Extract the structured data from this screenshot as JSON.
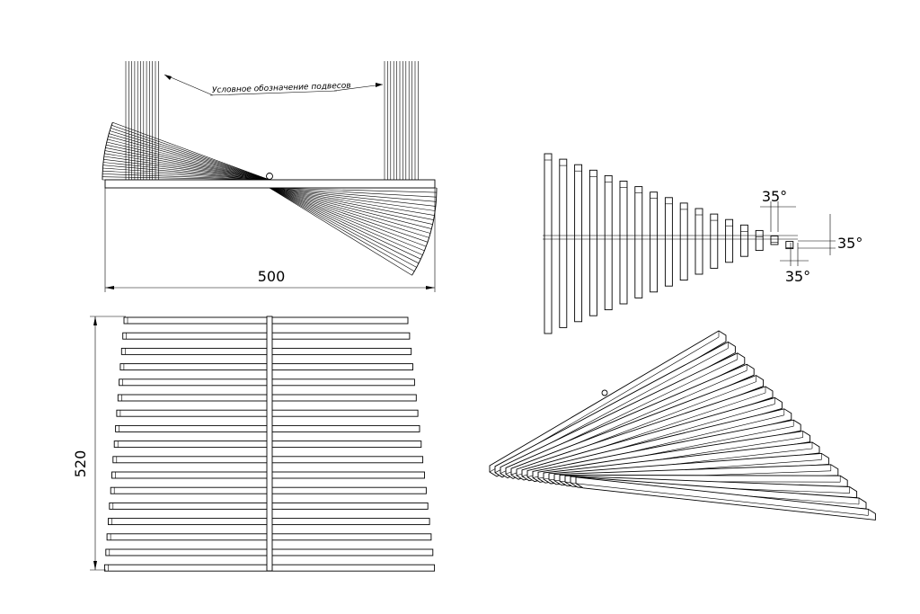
{
  "front_view": {
    "hanger_note": "Условное обозначение подвесов",
    "width_dimension": "500"
  },
  "plan_view": {
    "height_dimension": "520"
  },
  "side_view": {
    "angle_top": "35°",
    "angle_right": "35°",
    "angle_bottom": "35°"
  },
  "colors": {
    "line": "#000000",
    "background": "#ffffff"
  }
}
